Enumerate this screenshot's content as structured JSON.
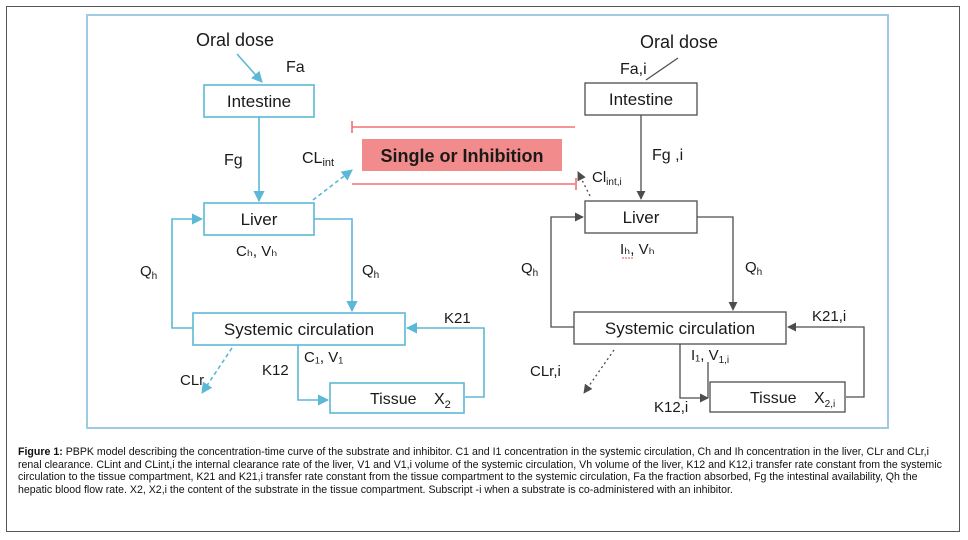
{
  "diagram": {
    "left": {
      "oral_dose": "Oral dose",
      "fa": "Fa",
      "intestine": "Intestine",
      "fg": "Fg",
      "cl_int": "CL",
      "cl_int_sub": "int",
      "liver": "Liver",
      "ch_vh": "Cₕ, Vₕ",
      "qh_left": "Q",
      "qh_right": "Q",
      "qh_sub": "h",
      "systemic": "Systemic circulation",
      "c1_v1": "C₁, V₁",
      "k21": "K21",
      "k12": "K12",
      "clr": "CLr",
      "tissue": "Tissue",
      "x2": "X",
      "x2_sub": "2"
    },
    "center": {
      "label": "Single or Inhibition",
      "color": "#f28b8b"
    },
    "right": {
      "oral_dose": "Oral dose",
      "fa": "Fa,i",
      "intestine": "Intestine",
      "fg": "Fg ,i",
      "cl_int": "Cl",
      "cl_int_sub": "int,i",
      "liver": "Liver",
      "ih_vh": "Iₕ, Vₕ",
      "qh_left": "Q",
      "qh_right": "Q",
      "qh_sub": "h",
      "systemic": "Systemic circulation",
      "i1_v1": "I₁, V",
      "i1_v1_sub": "1,i",
      "k21": "K21,i",
      "k12": "K12,i",
      "clr": "CLr,i",
      "tissue": "Tissue",
      "x2": "X",
      "x2_sub": "2,i"
    },
    "colors": {
      "left_arrows": "#5bb8d6",
      "right_arrows": "#4d4d4d",
      "box_border_left": "#5bb8d6",
      "box_border_right": "#4d4d4d",
      "inhibit_line": "#f07070"
    }
  },
  "caption": {
    "label": "Figure 1:",
    "text": "PBPK model describing the concentration-time curve of the substrate and inhibitor. C1 and I1 concentration in the systemic circulation, Ch and Ih concentration in the liver, CLr and CLr,i renal clearance.   CLint and CLint,i the internal clearance rate of the liver, V1 and V1,i volume of the systemic circulation, Vh volume of the liver, K12 and K12,i transfer rate constant from the systemic circulation to the tissue compartment, K21 and K21,i transfer rate constant from the tissue compartment to the systemic circulation, Fa the fraction absorbed, Fg the intestinal availability, Qh the hepatic blood flow rate. X2, X2,i the content of the substrate in the tissue compartment. Subscript -i when a substrate is co-administered with an inhibitor."
  }
}
